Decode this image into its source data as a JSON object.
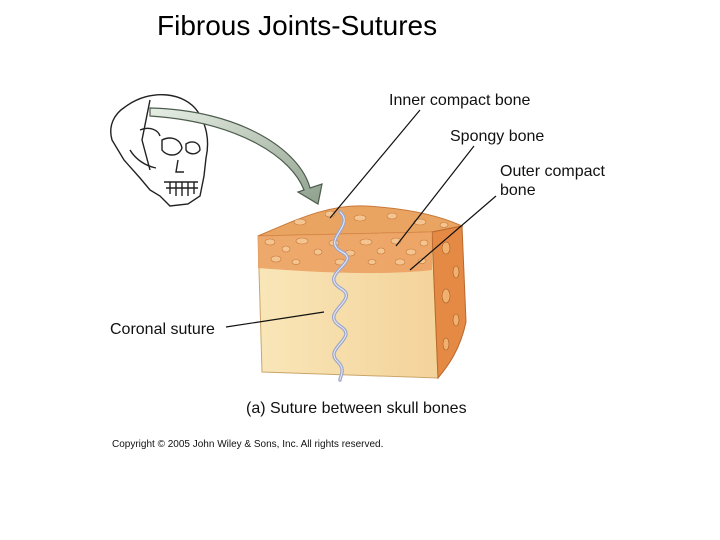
{
  "slide": {
    "title": "Fibrous Joints-Sutures"
  },
  "labels": {
    "inner_compact_bone": "Inner compact bone",
    "spongy_bone": "Spongy bone",
    "outer_compact_bone_line1": "Outer compact",
    "outer_compact_bone_line2": "bone",
    "coronal_suture": "Coronal suture",
    "caption": "(a) Suture between skull bones",
    "copyright": "Copyright © 2005 John Wiley & Sons, Inc.  All rights reserved."
  },
  "colors": {
    "bone_face": "#f7dfa8",
    "bone_top": "#e9a35e",
    "bone_side": "#e3843f",
    "suture_line": "#9ea7c8",
    "arrow": "#667a66"
  }
}
